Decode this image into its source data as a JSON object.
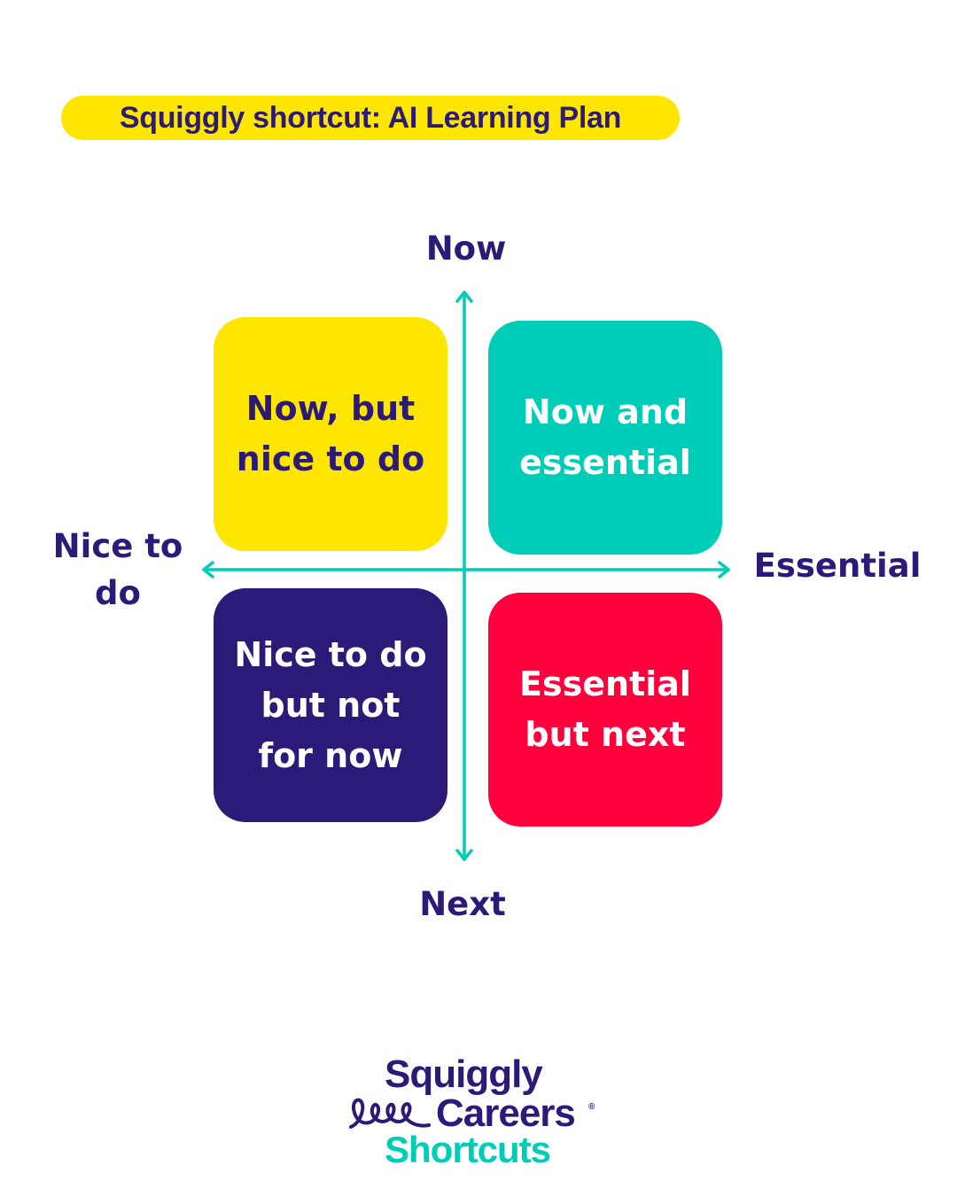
{
  "header": {
    "title": "Squiggly shortcut: AI Learning Plan"
  },
  "axes": {
    "top": "Now",
    "bottom": "Next",
    "left": "Nice to do",
    "right": "Essential"
  },
  "quadrants": [
    {
      "position": "top-left",
      "label": "Now, but\nnice to do",
      "color": "#ffe600"
    },
    {
      "position": "top-right",
      "label": "Now and\nessential",
      "color": "#00cdb8"
    },
    {
      "position": "bottom-left",
      "label": "Nice to do\nbut not\nfor now",
      "color": "#2b1a78"
    },
    {
      "position": "bottom-right",
      "label": "Essential\nbut next",
      "color": "#ff003c"
    }
  ],
  "colors": {
    "navy": "#2b1a78",
    "teal": "#00cdb8",
    "yellow": "#ffe600",
    "red": "#ff003c"
  },
  "logo": {
    "line1": "Squiggly",
    "line2": "Careers",
    "line3": "Shortcuts",
    "mark": "®"
  }
}
